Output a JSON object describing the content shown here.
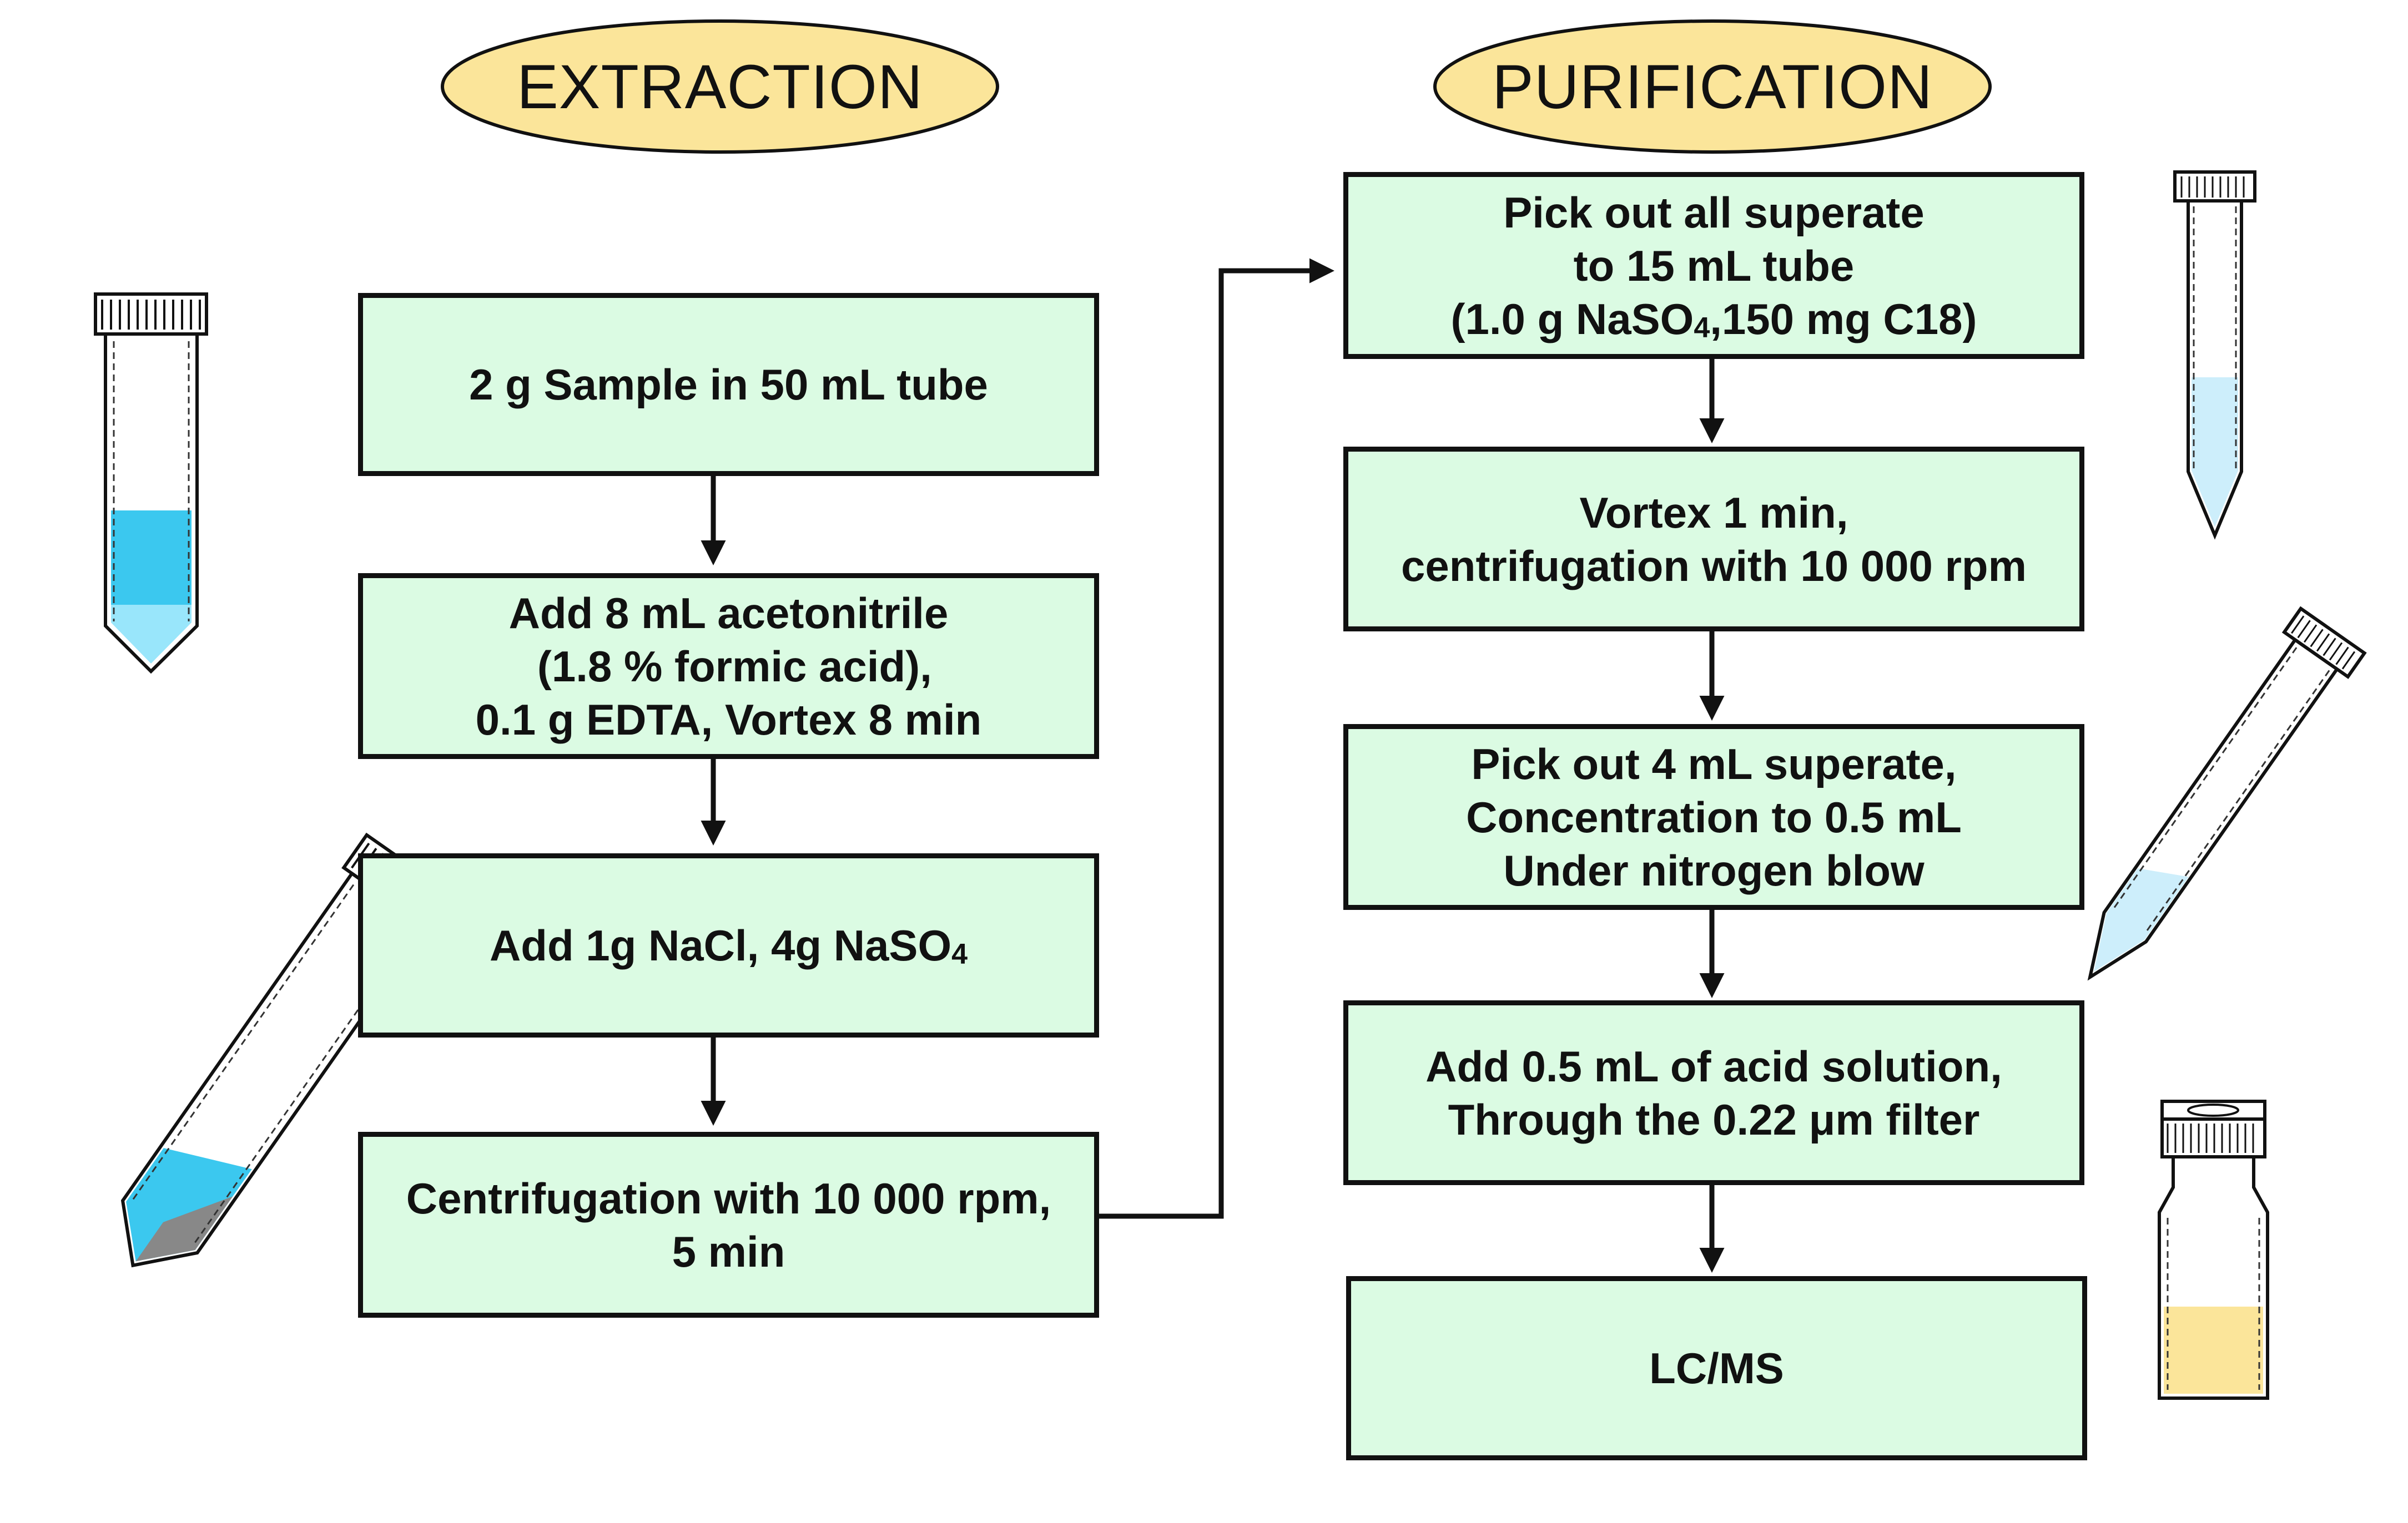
{
  "headings": {
    "extraction": "EXTRACTION",
    "purification": "PURIFICATION"
  },
  "extraction_steps": {
    "step1": {
      "line1": "2 g Sample in 50 mL tube"
    },
    "step2": {
      "line1": "Add 8 mL acetonitrile",
      "line2": " (1.8 % formic acid),",
      "line3": "0.1 g EDTA, Vortex 8 min"
    },
    "step3": {
      "line1_pre": "Add 1g NaCl, 4g NaSO",
      "line1_sub": "4"
    },
    "step4": {
      "line1": "Centrifugation with 10 000 rpm,",
      "line2": "5 min"
    }
  },
  "purification_steps": {
    "step1": {
      "line1": "Pick out all superate",
      "line2": "to 15 mL tube",
      "line3_pre": "(1.0 g NaSO",
      "line3_sub": "4",
      "line3_post": ",150 mg C18)"
    },
    "step2": {
      "line1": "Vortex 1 min,",
      "line2": "centrifugation with 10 000 rpm"
    },
    "step3": {
      "line1": "Pick out 4 mL superate,",
      "line2": "Concentration to 0.5 mL",
      "line3": "Under nitrogen blow"
    },
    "step4": {
      "line1": "Add 0.5 mL of acid solution,",
      "line2": "Through the 0.22 μm filter"
    },
    "step5": {
      "line1": "LC/MS"
    }
  },
  "colors": {
    "box_fill": "#dbfbe3",
    "heading_fill": "#fbe59a",
    "liquid_blue": "#3bc8ef",
    "liquid_blue_light": "#99e6fb",
    "liquid_pale_blue": "#cdeefb",
    "liquid_yellow": "#fbe59a",
    "outline": "#111111"
  },
  "icons": [
    "tube-upright-icon",
    "tube-tilted-icon",
    "tube-thin-upright-icon",
    "tube-thin-tilted-icon",
    "vial-icon"
  ]
}
